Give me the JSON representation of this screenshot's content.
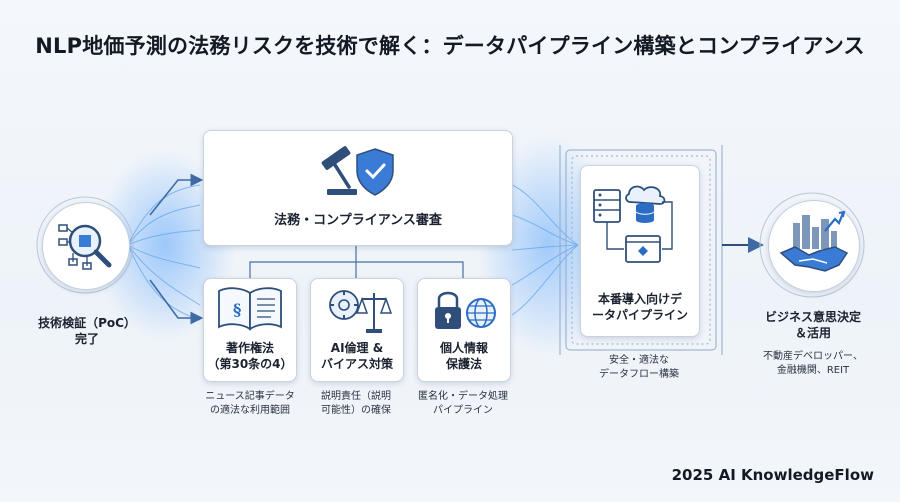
{
  "title": "NLP地価予測の法務リスクを技術で解く：データパイプライン構築とコンプライアンス",
  "poc": {
    "label": "技術検証（PoC）\n完了",
    "icon": "magnifier-circuit-icon"
  },
  "legal": {
    "label": "法務・コンプライアンス審査",
    "icon": "gavel-shield-icon"
  },
  "copyright": {
    "label": "著作権法\n（第30条の4）",
    "desc": "ニュース記事データ\nの適法な利用範囲",
    "icon": "open-book-icon"
  },
  "ethics": {
    "label": "AI倫理 &\nバイアス対策",
    "desc": "説明責任（説明\n可能性）の確保",
    "icon": "brain-scale-icon"
  },
  "privacy": {
    "label": "個人情報\n保護法",
    "desc": "匿名化・データ処理\nパイプライン",
    "icon": "lock-globe-icon"
  },
  "pipeline": {
    "label": "本番導入向けデ\nータパイプライン",
    "desc": "安全・適法な\nデータフロー構築",
    "icon": "server-cloud-icon"
  },
  "business": {
    "label": "ビジネス意思決定\n＆活用",
    "desc": "不動産デベロッパー、\n金融機関、REIT",
    "icon": "handshake-city-icon"
  },
  "footer": "2025 AI KnowledgeFlow",
  "colors": {
    "accent": "#2b6cc4",
    "glow": "#7fb6f5",
    "line": "#4a6f9e"
  }
}
